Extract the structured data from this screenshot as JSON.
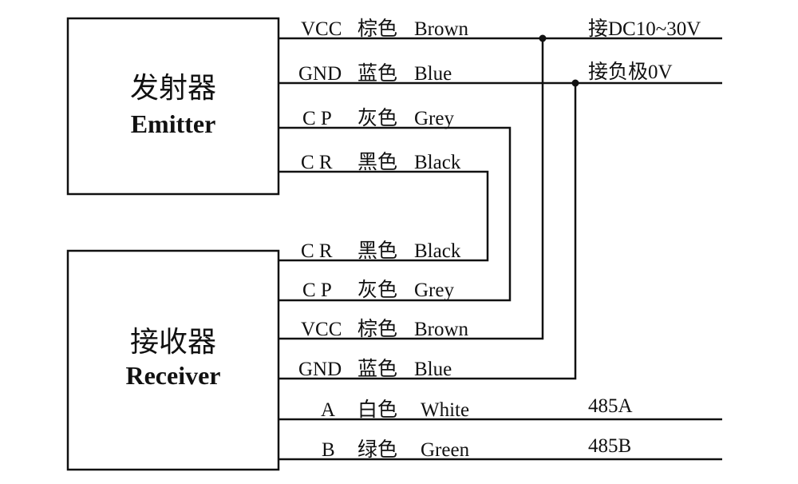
{
  "emitter": {
    "title_cn": "发射器",
    "title_en": "Emitter",
    "wires": [
      {
        "code": "VCC",
        "color_cn": "棕色",
        "color_en": "Brown"
      },
      {
        "code": "GND",
        "color_cn": "蓝色",
        "color_en": "Blue"
      },
      {
        "code": "C P",
        "color_cn": "灰色",
        "color_en": "Grey"
      },
      {
        "code": "C R",
        "color_cn": "黑色",
        "color_en": "Black"
      }
    ]
  },
  "receiver": {
    "title_cn": "接收器",
    "title_en": "Receiver",
    "wires": [
      {
        "code": "C R",
        "color_cn": "黑色",
        "color_en": "Black"
      },
      {
        "code": "C P",
        "color_cn": "灰色",
        "color_en": "Grey"
      },
      {
        "code": "VCC",
        "color_cn": "棕色",
        "color_en": "Brown"
      },
      {
        "code": "GND",
        "color_cn": "蓝色",
        "color_en": "Blue"
      },
      {
        "code": "A",
        "color_cn": "白色",
        "color_en": "White"
      },
      {
        "code": "B",
        "color_cn": "绿色",
        "color_en": "Green"
      }
    ]
  },
  "terminals": {
    "power_pos": "接DC10~30V",
    "power_neg": "接负极0V",
    "rs485a": "485A",
    "rs485b": "485B"
  }
}
